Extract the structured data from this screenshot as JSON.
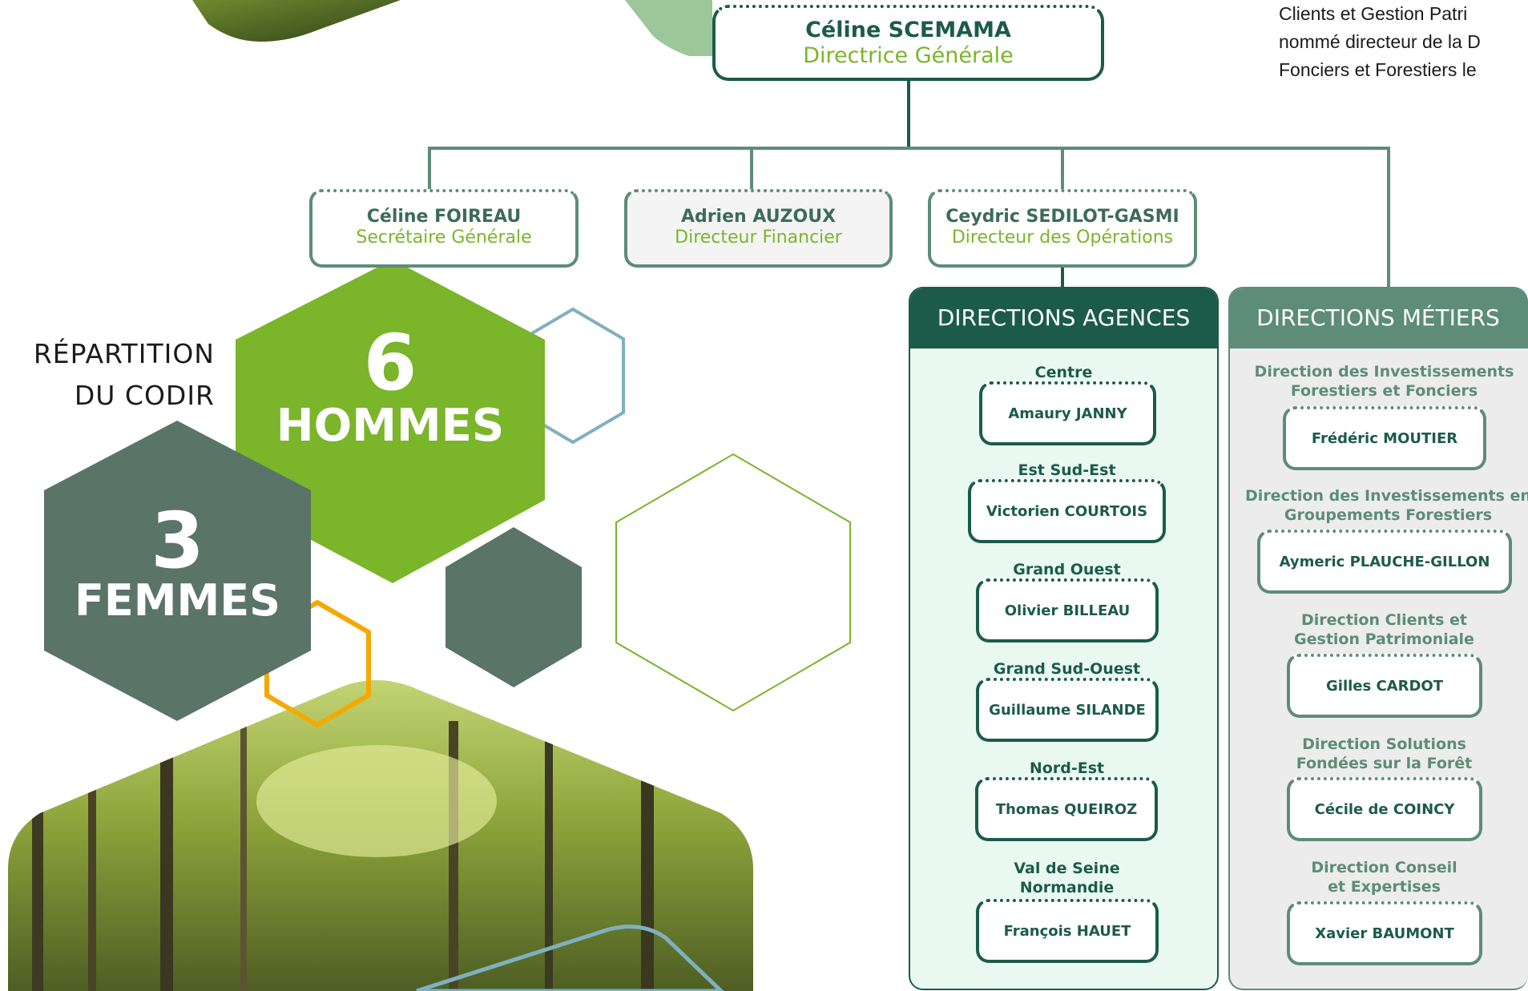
{
  "intro_text": [
    "Clients et Gestion Patri",
    "nommé directeur de la D",
    "Fonciers et Forestiers le"
  ],
  "director": {
    "name": "Céline SCEMAMA",
    "role": "Directrice Générale"
  },
  "second_level": [
    {
      "name": "Céline FOIREAU",
      "role": "Secrétaire Générale"
    },
    {
      "name": "Adrien AUZOUX",
      "role": "Directeur Financier"
    },
    {
      "name": "Ceydric SEDILOT-GASMI",
      "role": "Directeur des Opérations"
    }
  ],
  "agences": {
    "title": "DIRECTIONS AGENCES",
    "items": [
      {
        "region": "Centre",
        "name": "Amaury JANNY"
      },
      {
        "region": "Est Sud-Est",
        "name": "Victorien COURTOIS"
      },
      {
        "region": "Grand Ouest",
        "name": "Olivier BILLEAU"
      },
      {
        "region": "Grand Sud-Ouest",
        "name": "Guillaume SILANDE"
      },
      {
        "region": "Nord-Est",
        "name": "Thomas QUEIROZ"
      },
      {
        "region": "Val de Seine\nNormandie",
        "name": "François HAUET"
      }
    ]
  },
  "metiers": {
    "title": "DIRECTIONS MÉTIERS",
    "items": [
      {
        "label": "Direction des Investissements\nForestiers et Fonciers",
        "name": "Frédéric MOUTIER"
      },
      {
        "label": "Direction des Investissements en\nGroupements Forestiers",
        "name": "Aymeric PLAUCHE-GILLON"
      },
      {
        "label": "Direction Clients et\nGestion Patrimoniale",
        "name": "Gilles CARDOT"
      },
      {
        "label": "Direction Solutions\nFondées sur la Forêt",
        "name": "Cécile de COINCY"
      },
      {
        "label": "Direction Conseil\net Expertises",
        "name": "Xavier BAUMONT"
      }
    ]
  },
  "repartition": {
    "title_line1": "RÉPARTITION",
    "title_line2": "DU CODIR",
    "hommes_count": "6",
    "hommes_label": "HOMMES",
    "femmes_count": "3",
    "femmes_label": "FEMMES"
  },
  "colors": {
    "dark_green": "#1c5b49",
    "mid_green": "#5d8c78",
    "lime": "#7ab52a",
    "hex_gray": "#5a7468",
    "orange": "#f5a800",
    "light_blue": "#7fb0bf"
  }
}
